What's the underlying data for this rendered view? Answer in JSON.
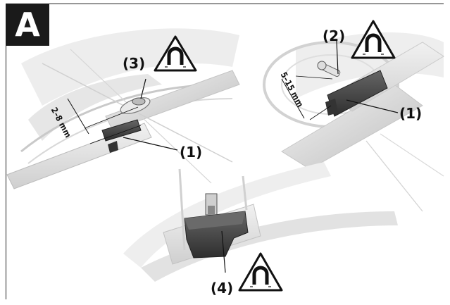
{
  "figure": {
    "panel_label": "A",
    "callouts": {
      "c1_left": "(1)",
      "c1_right": "(1)",
      "c2": "(2)",
      "c3": "(3)",
      "c4": "(4)"
    },
    "dimensions": {
      "left_gap": "2–8 mm",
      "right_gap": "5–15 mm"
    },
    "warning_icon": "magnet-warning-icon",
    "colors": {
      "ink": "#111111",
      "part_dark": "#4a4a4a",
      "frame_light": "#dcdcdc"
    }
  }
}
